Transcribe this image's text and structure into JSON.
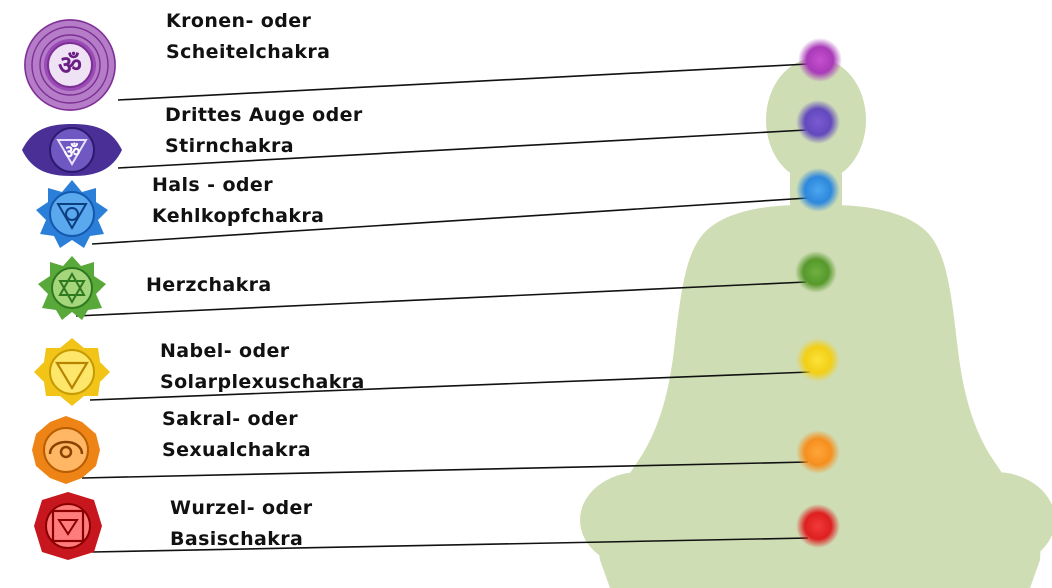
{
  "chakras": [
    {
      "id": "crown",
      "line1": "Kronen- oder",
      "line2": "Scheitelchakra",
      "symbol_glyph": "ॐ",
      "color": "#8e3aa6",
      "dot_color": "#b13bbb",
      "icon": "crown-chakra-lotus-icon"
    },
    {
      "id": "third-eye",
      "line1": "Drittes Auge oder",
      "line2": "Stirnchakra",
      "symbol_glyph": "ॐ",
      "color": "#4a2f96",
      "dot_color": "#6a4bc2",
      "icon": "third-eye-chakra-icon"
    },
    {
      "id": "throat",
      "line1": "Hals - oder",
      "line2": "Kehlkopfchakra",
      "symbol_glyph": "",
      "color": "#1f6fd1",
      "dot_color": "#2f8be0",
      "icon": "throat-chakra-icon"
    },
    {
      "id": "heart",
      "line1": "Herzchakra",
      "line2": "",
      "symbol_glyph": "",
      "color": "#3f9a2e",
      "dot_color": "#5a9e2f",
      "icon": "heart-chakra-icon"
    },
    {
      "id": "solar-plexus",
      "line1": "Nabel- oder",
      "line2": "Solarplexuschakra",
      "symbol_glyph": "",
      "color": "#e8c21b",
      "dot_color": "#f0cf15",
      "icon": "solar-plexus-chakra-icon"
    },
    {
      "id": "sacral",
      "line1": "Sakral- oder",
      "line2": "Sexualchakra",
      "symbol_glyph": "",
      "color": "#ee8416",
      "dot_color": "#f5901e",
      "icon": "sacral-chakra-icon"
    },
    {
      "id": "root",
      "line1": "Wurzel- oder",
      "line2": "Basischakra",
      "symbol_glyph": "",
      "color": "#c8161e",
      "dot_color": "#e02020",
      "icon": "root-chakra-icon"
    }
  ],
  "figure_color": "#cfddb5"
}
